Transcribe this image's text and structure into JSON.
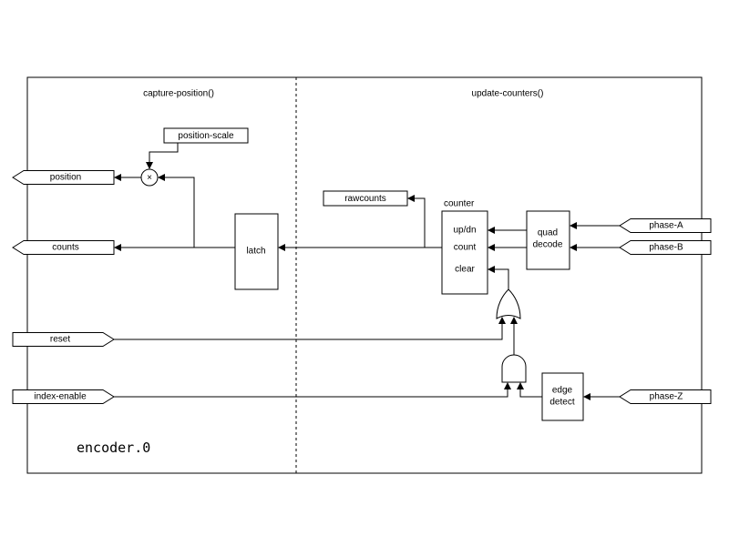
{
  "diagram": {
    "component_name": "encoder.0",
    "sections": {
      "left_label": "capture-position()",
      "right_label": "update-counters()"
    },
    "blocks": {
      "position_scale": "position-scale",
      "latch": "latch",
      "rawcounts": "rawcounts",
      "counter_label": "counter",
      "counter_ports": {
        "updn": "up/dn",
        "count": "count",
        "clear": "clear"
      },
      "quad_decode": {
        "line1": "quad",
        "line2": "decode"
      },
      "edge_detect": {
        "line1": "edge",
        "line2": "detect"
      },
      "multiply_symbol": "×"
    },
    "pins": {
      "outputs": {
        "position": "position",
        "counts": "counts"
      },
      "inputs": {
        "reset": "reset",
        "index_enable": "index-enable",
        "phase_a": "phase-A",
        "phase_b": "phase-B",
        "phase_z": "phase-Z"
      }
    },
    "colors": {
      "line": "#000000",
      "fill": "#ffffff"
    }
  }
}
